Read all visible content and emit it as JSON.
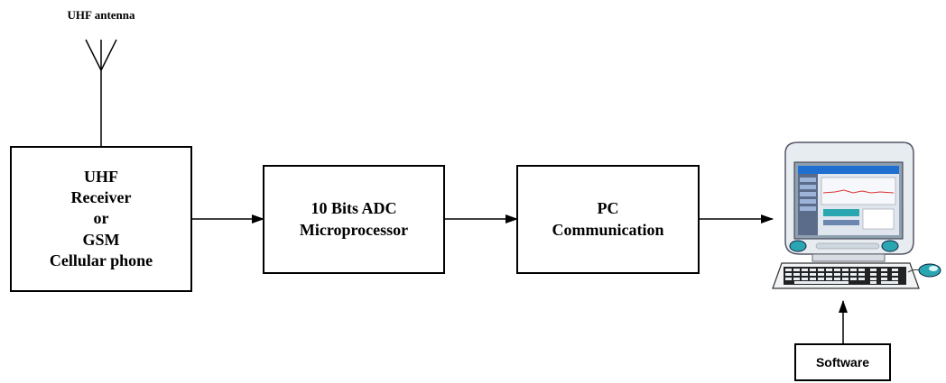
{
  "antenna": {
    "label": "UHF antenna"
  },
  "blocks": {
    "receiver": {
      "lines": [
        "UHF",
        "Receiver",
        "or",
        "GSM",
        "Cellular phone"
      ]
    },
    "adc": {
      "lines": [
        "10 Bits ADC",
        "Microprocessor"
      ]
    },
    "pc_comm": {
      "lines": [
        "PC",
        "Communication"
      ]
    },
    "software": {
      "label": "Software"
    }
  },
  "computer": {
    "screen_accent": "#1e6fd0",
    "body_color": "#e8eef2",
    "teal": "#2aa6b0"
  }
}
